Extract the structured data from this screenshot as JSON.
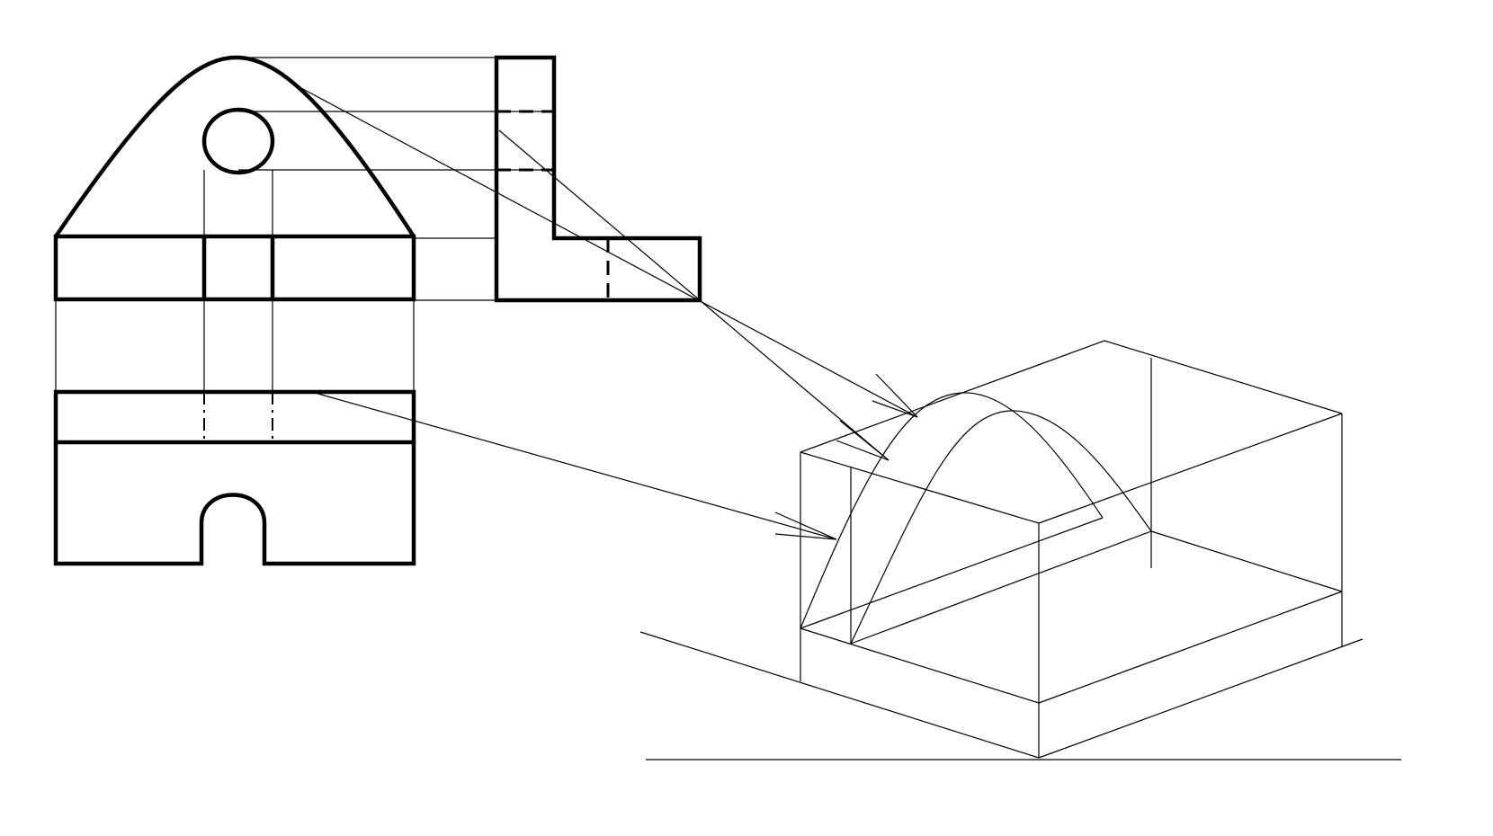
{
  "diagram": {
    "kind": "technical-drawing-orthographic-to-isometric",
    "views": [
      "front-view",
      "side-view",
      "top-view",
      "isometric-view"
    ],
    "colors": {
      "background": "#ffffff",
      "line": "#000000"
    }
  }
}
